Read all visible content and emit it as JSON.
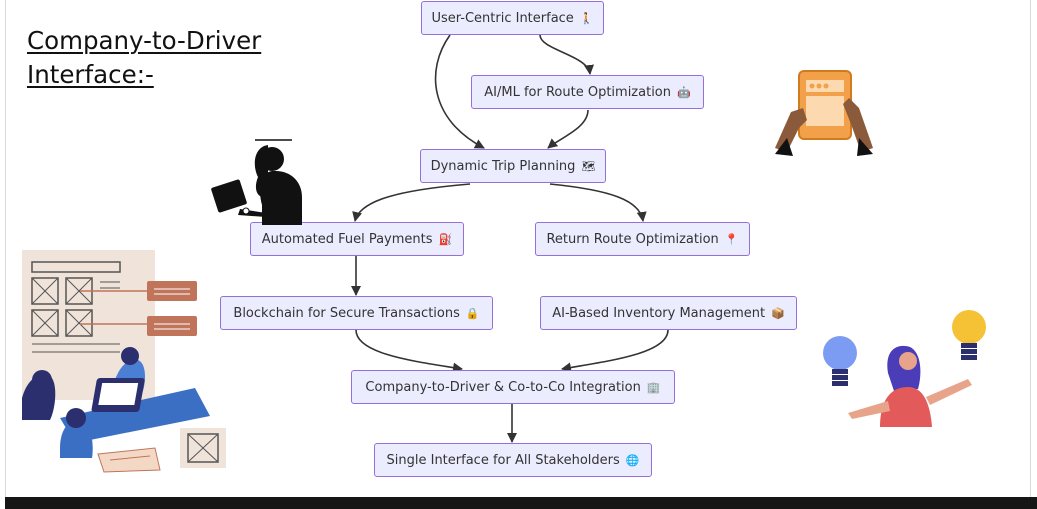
{
  "slide": {
    "title_line1": "Company-to-Driver",
    "title_line2": "Interface:-"
  },
  "diagram": {
    "nodes": [
      {
        "id": "ui",
        "label": "User-Centric Interface",
        "emoji": "🚶"
      },
      {
        "id": "ai",
        "label": "AI/ML for Route Optimization",
        "emoji": "🤖"
      },
      {
        "id": "dtp",
        "label": "Dynamic Trip Planning",
        "emoji": "🗺"
      },
      {
        "id": "fuel",
        "label": "Automated Fuel Payments",
        "emoji": "⛽"
      },
      {
        "id": "ret",
        "label": "Return Route Optimization",
        "emoji": "📍"
      },
      {
        "id": "bc",
        "label": "Blockchain for Secure Transactions",
        "emoji": "🔒"
      },
      {
        "id": "inv",
        "label": "AI-Based Inventory Management",
        "emoji": "📦"
      },
      {
        "id": "int",
        "label": "Company-to-Driver & Co-to-Co Integration",
        "emoji": "🏢"
      },
      {
        "id": "single",
        "label": "Single Interface for All Stakeholders",
        "emoji": "🌐"
      }
    ],
    "edges": [
      [
        "ui",
        "ai"
      ],
      [
        "ui",
        "dtp"
      ],
      [
        "ai",
        "dtp"
      ],
      [
        "dtp",
        "fuel"
      ],
      [
        "dtp",
        "ret"
      ],
      [
        "fuel",
        "bc"
      ],
      [
        "bc",
        "int"
      ],
      [
        "inv",
        "int"
      ],
      [
        "int",
        "single"
      ]
    ]
  },
  "colors": {
    "node_fill": "#ececff",
    "node_border": "#9370db",
    "edge": "#333333",
    "bottom_bar": "#161616"
  },
  "illustrations": [
    {
      "name": "woman-with-laptop-illustration"
    },
    {
      "name": "hands-holding-tablet-illustration"
    },
    {
      "name": "office-workers-desk-illustration"
    },
    {
      "name": "woman-with-lightbulbs-illustration"
    }
  ]
}
